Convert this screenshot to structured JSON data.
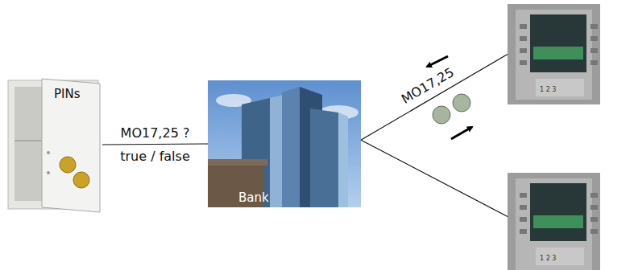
{
  "diagram": {
    "nodes": [
      {
        "text": [
          "PINs"
        ]
      },
      {
        "text": [
          "Bank"
        ]
      },
      {
        "text": [
          "1 2 3"
        ]
      },
      {
        "text": [
          "1 2 3"
        ]
      }
    ],
    "edges": [
      {
        "from": 0,
        "to": 1,
        "label": "MO17,25 ?",
        "arrow": "none"
      },
      {
        "from": 1,
        "to": 2,
        "label": "MO17,25",
        "arrow": "none"
      },
      {
        "from": 1,
        "to": 3,
        "arrow": "none"
      }
    ],
    "labels": [
      "true / false"
    ]
  }
}
